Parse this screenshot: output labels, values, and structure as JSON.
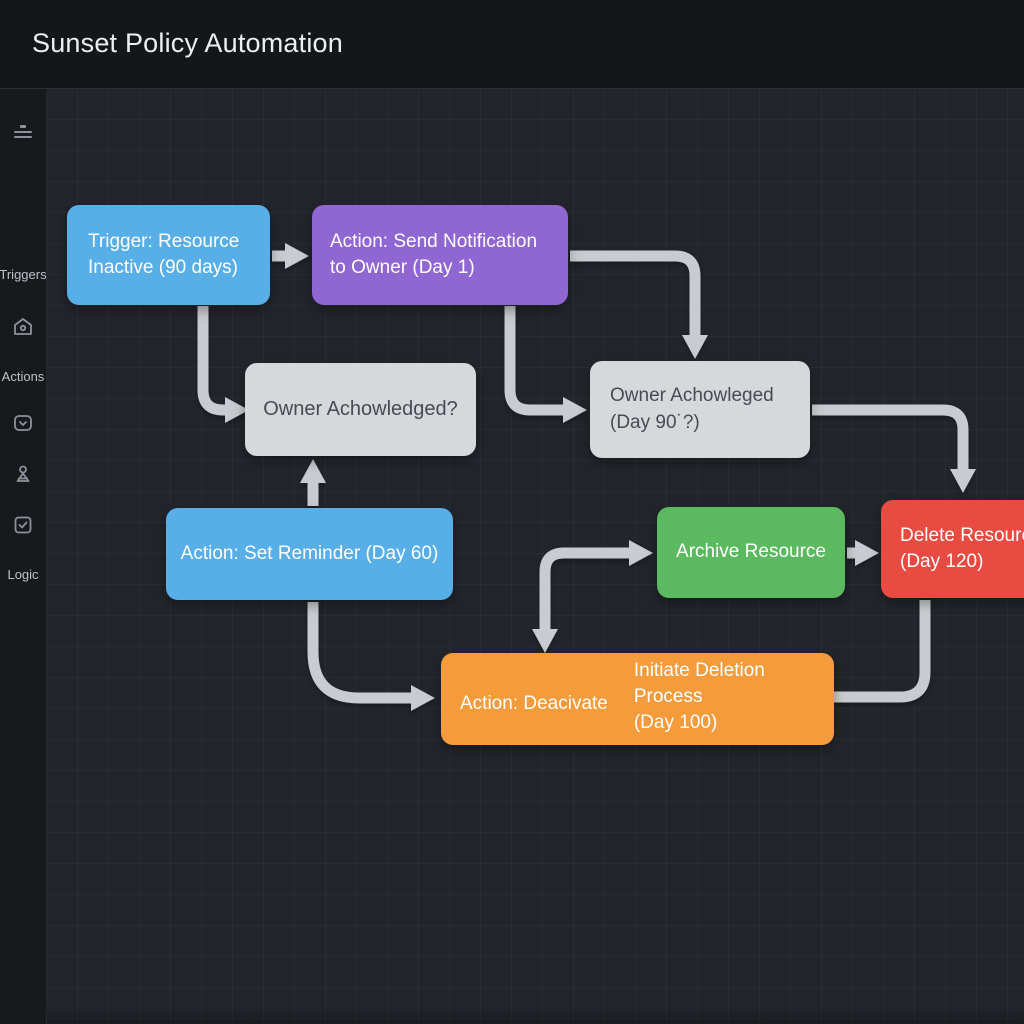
{
  "header": {
    "title": "Sunset Policy Automation"
  },
  "sidebar": {
    "icons": [
      "filter-lines-icon",
      "home-icon",
      "inbox-chevron-icon",
      "person-icon",
      "checkbox-check-icon"
    ],
    "triggers_label": "Triggers",
    "actions_label": "Actions",
    "logic_label": "Logic"
  },
  "flow": {
    "trigger": {
      "line1": "Trigger: Resource",
      "line2": "Inactive (90 days)"
    },
    "notify": {
      "line1": "Action: Send Notification",
      "line2": "to Owner (Day 1)"
    },
    "ack1": {
      "text": "Owner Achowledged?"
    },
    "ack2": {
      "line1": "Owner Achowleged",
      "line2": "(Day 90˙?)"
    },
    "reminder": {
      "text": "Action: Set Reminder (Day 60)"
    },
    "archive": {
      "text": "Archive Resource"
    },
    "delete": {
      "line1": "Delete Resource",
      "line2": "(Day 120)"
    },
    "deactivate": {
      "left": "Action: Deacivate",
      "right1": "Initiate Deletion Process",
      "right2": "(Day 100)"
    }
  },
  "colors": {
    "header_bg": "#141619",
    "sidebar_bg": "#17191d",
    "canvas_bg": "#22252b",
    "trigger_blue": "#58afe8",
    "action_purple": "#9066d3",
    "decision_gray": "#d6d8db",
    "archive_green": "#5bb95f",
    "delete_red": "#e84b41",
    "deactivate_orange": "#f49b3b",
    "arrow_gray": "#c9cbd0"
  }
}
